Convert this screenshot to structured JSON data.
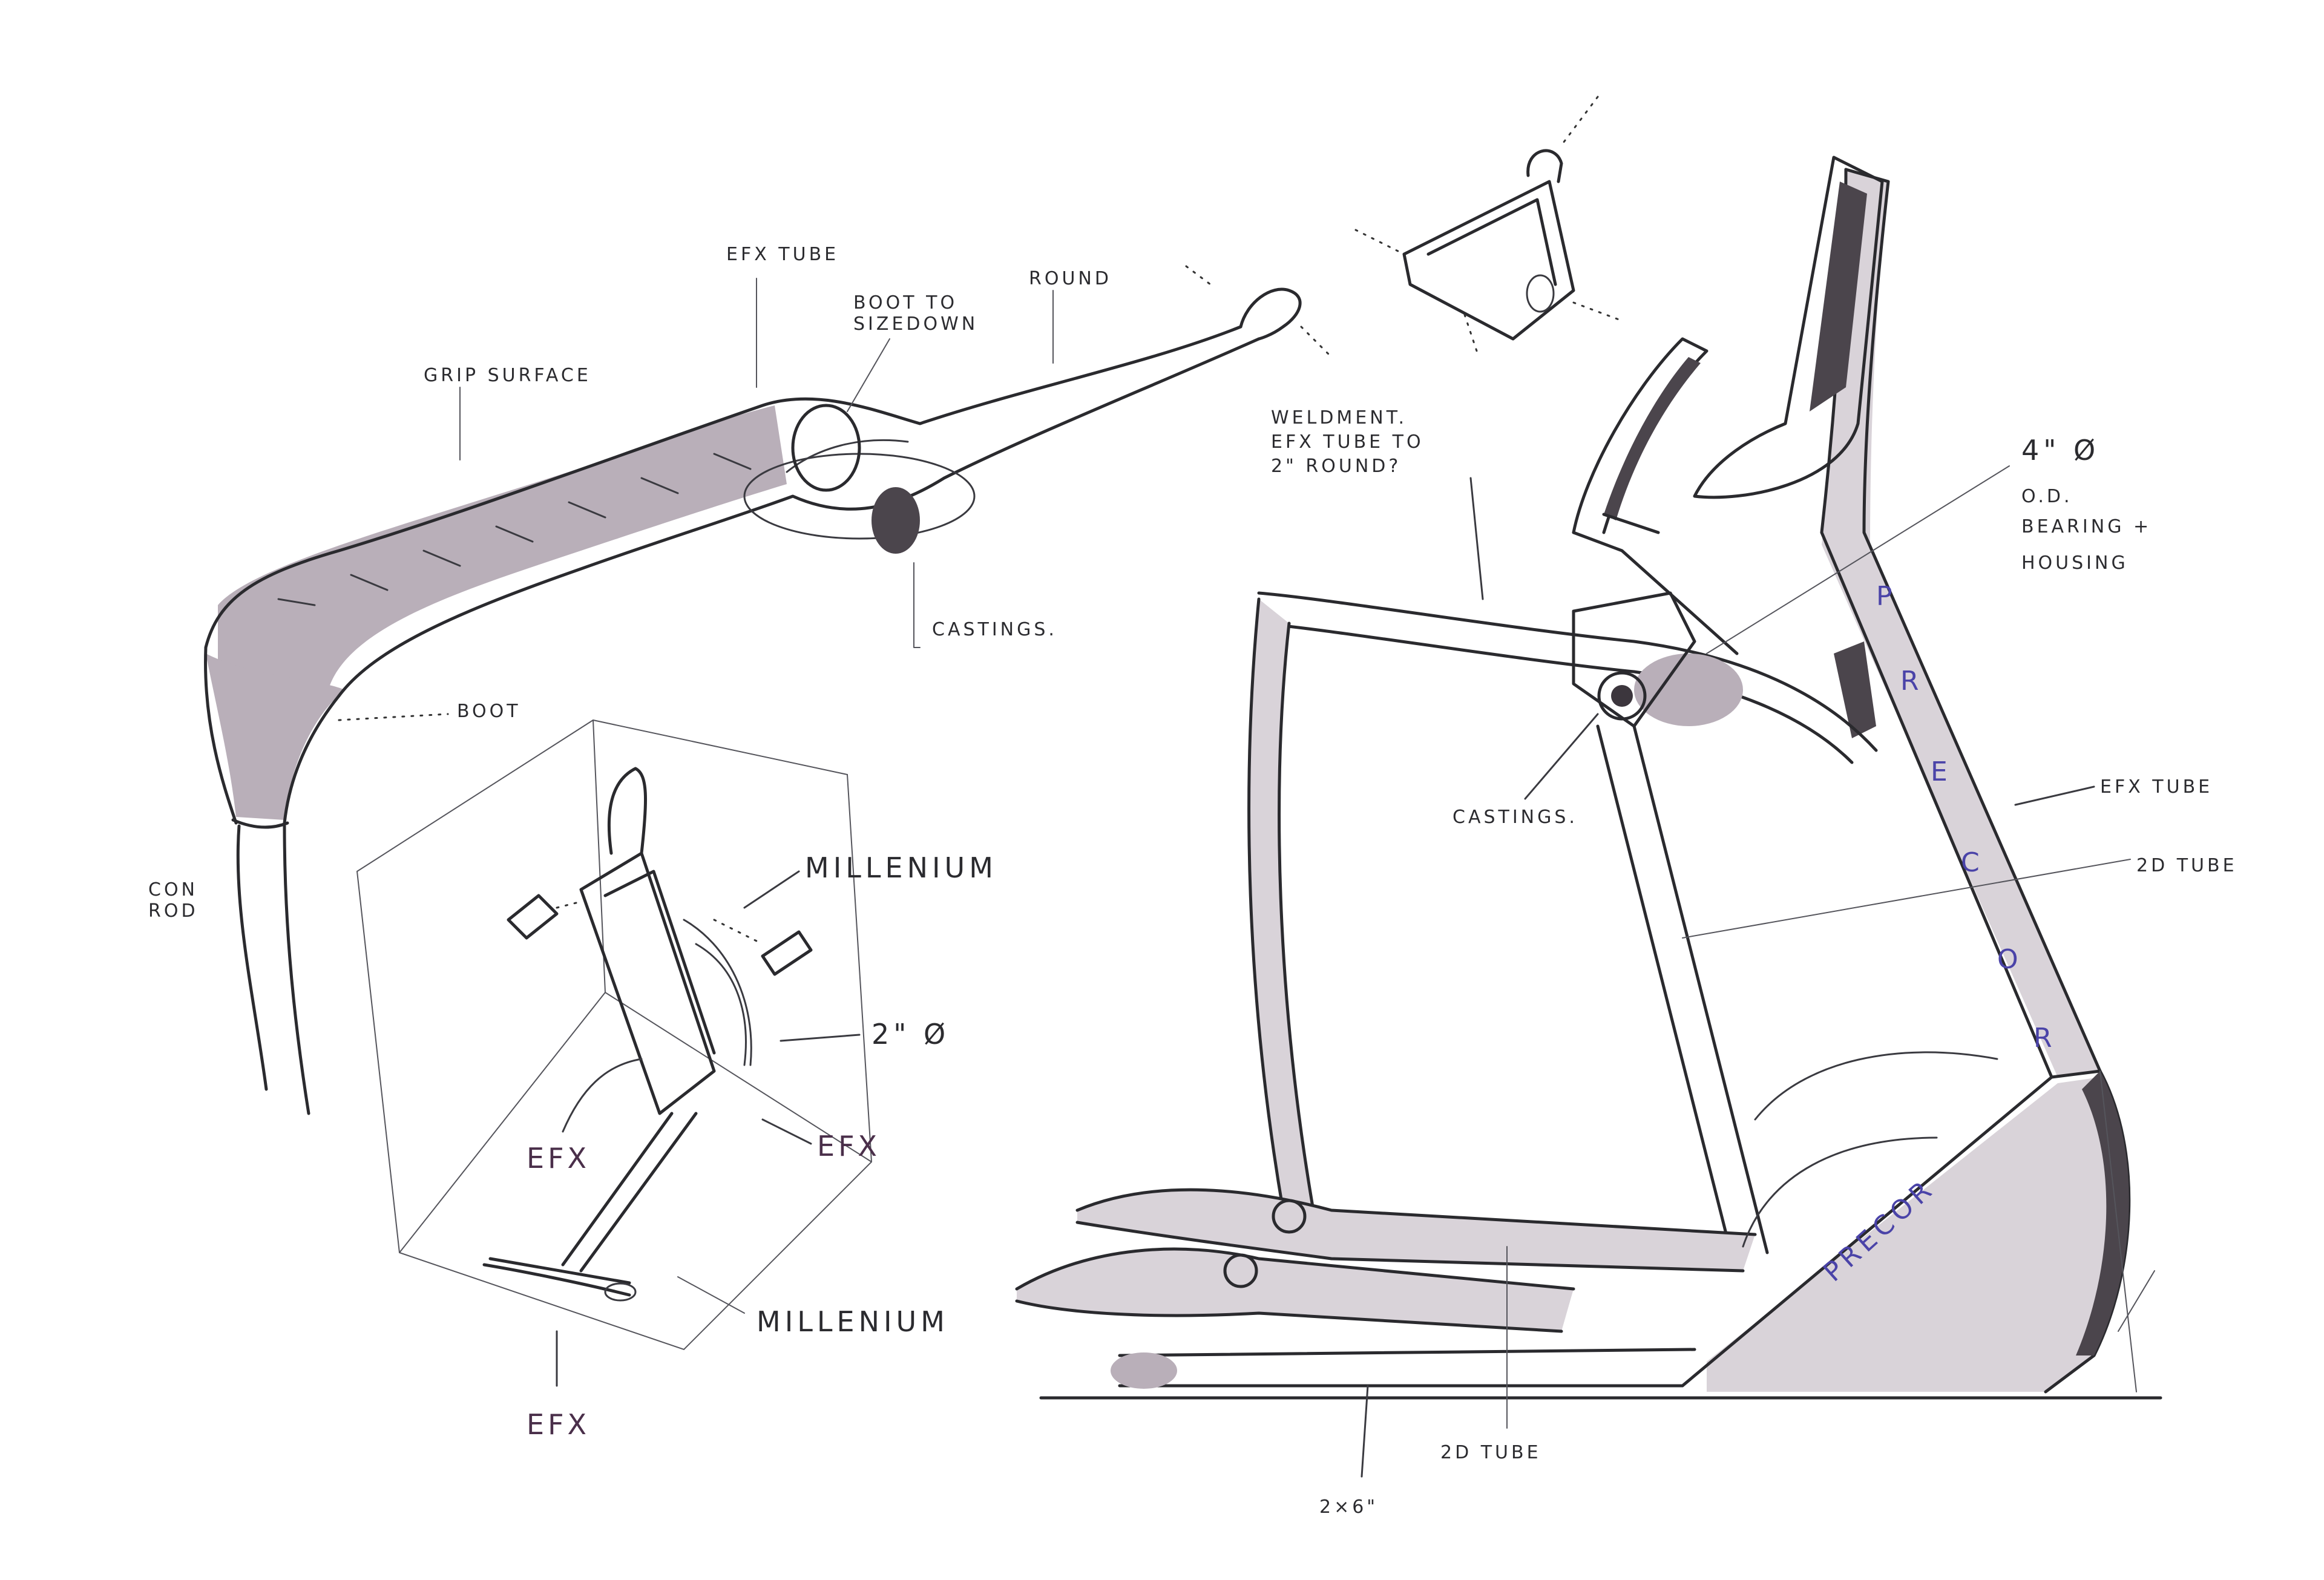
{
  "labels": {
    "efx_tube_top": "EFX TUBE",
    "boot_to_sizedown_1": "BOOT TO",
    "boot_to_sizedown_2": "SIZEDOWN",
    "round": "ROUND",
    "grip_surface": "GRIP SURFACE",
    "castings_top": "CASTINGS.",
    "boot": "BOOT",
    "con_rod_1": "CON",
    "con_rod_2": "ROD",
    "millenium_upper": "MILLENIUM",
    "two_inch_dia": "2\" Ø",
    "efx_left": "EFX",
    "efx_right": "EFX",
    "millenium_lower": "MILLENIUM",
    "efx_bottom": "EFX",
    "weldment_1": "WELDMENT.",
    "weldment_2": "EFX TUBE TO",
    "weldment_3": "2\" ROUND?",
    "bearing_1": "4\" Ø",
    "bearing_2": "O.D.",
    "bearing_3": "BEARING +",
    "bearing_4": "HOUSING",
    "castings_mid": "CASTINGS.",
    "efx_tube_right": "EFX TUBE",
    "two_d_tube_right": "2D TUBE",
    "two_d_tube_bottom": "2D TUBE",
    "two_by_six": "2×6\""
  },
  "brand": {
    "upright_letters": [
      "P",
      "R",
      "E",
      "C",
      "O",
      "R"
    ],
    "base_text": "PRECOR"
  },
  "colors": {
    "ink": "#2a2a2e",
    "marker_tone": "#d9d3d9",
    "marker_mid": "#b9afb9",
    "marker_dark": "#4b454c",
    "brand": "#4a43a8",
    "annotation_purple": "#4a2f4a"
  }
}
